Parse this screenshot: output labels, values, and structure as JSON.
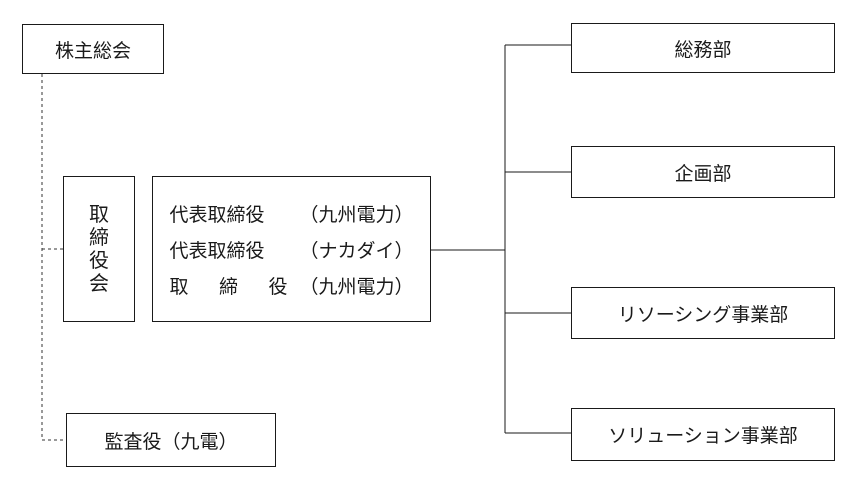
{
  "shareholders_meeting": "株主総会",
  "board": {
    "label_chars": [
      "取",
      "締",
      "役",
      "会"
    ]
  },
  "directors": [
    {
      "role": "代表取締役",
      "affiliation": "（九州電力）"
    },
    {
      "role": "代表取締役",
      "affiliation": "（ナカダイ）"
    },
    {
      "role_chars": [
        "取",
        "締",
        "役"
      ],
      "affiliation": "（九州電力）"
    }
  ],
  "auditor": "監査役（九電）",
  "departments": [
    "総務部",
    "企画部",
    "リソーシング事業部",
    "ソリューション事業部"
  ]
}
